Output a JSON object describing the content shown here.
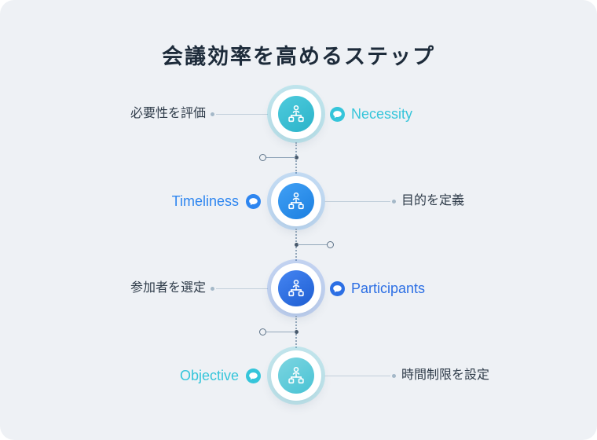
{
  "title": "会議効率を高めるステップ",
  "colors": {
    "cyan": "#35c5da",
    "blue": "#2e86f0",
    "deep_blue": "#2c6fe4",
    "light_cyan": "#63ccdb",
    "background": "#eef1f5",
    "title_text": "#1d2b3a",
    "label_text": "#2e3b49"
  },
  "icons": {
    "node_icon": "org-chart-icon",
    "tag_icon": "chat-bubble-icon"
  },
  "steps": [
    {
      "jp_label": "必要性を評価",
      "jp_side": "left",
      "tag": "Necessity",
      "tag_side": "right",
      "node_color": "#38c2d6"
    },
    {
      "jp_label": "目的を定義",
      "jp_side": "right",
      "tag": "Timeliness",
      "tag_side": "left",
      "node_color": "#2e90f2"
    },
    {
      "jp_label": "参加者を選定",
      "jp_side": "left",
      "tag": "Participants",
      "tag_side": "right",
      "node_color": "#2c6fe6"
    },
    {
      "jp_label": "時間制限を設定",
      "jp_side": "right",
      "tag": "Objective",
      "tag_side": "left",
      "node_color": "#63ccdb"
    }
  ]
}
